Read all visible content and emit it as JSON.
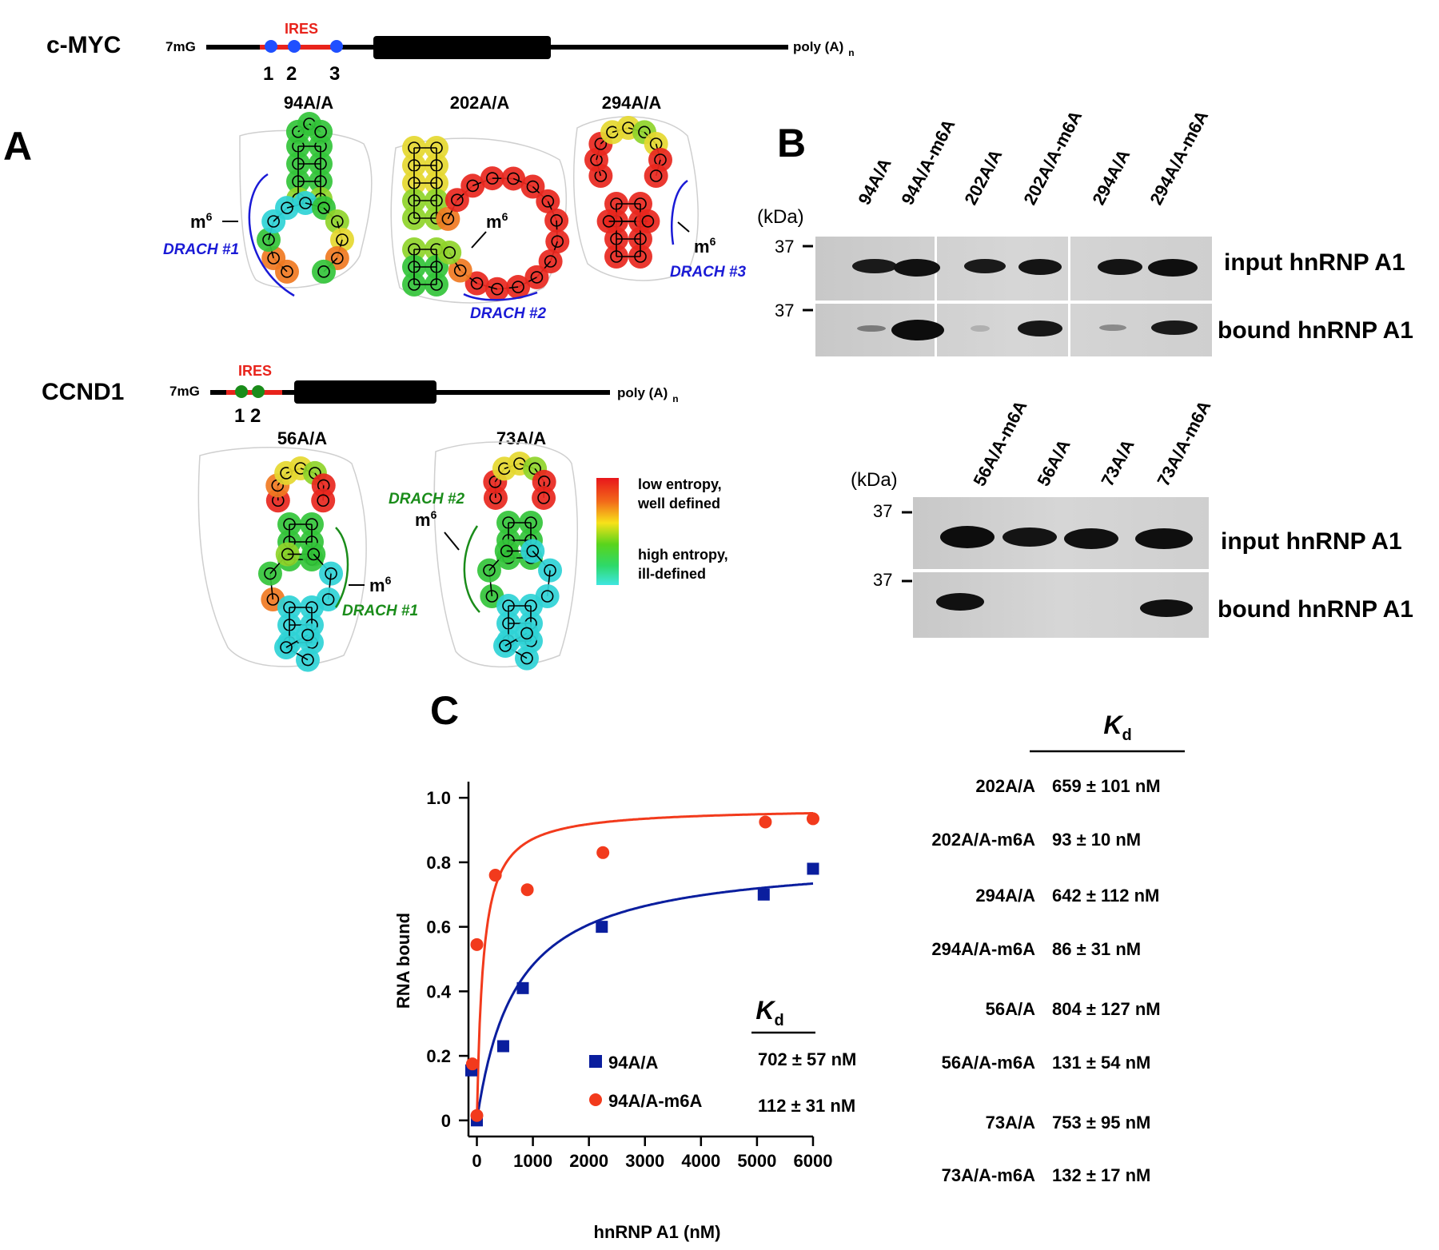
{
  "panels": {
    "a": "A",
    "b": "B",
    "c": "C"
  },
  "myc": {
    "gene": "c-MYC",
    "cap": "7mG",
    "ires": "IRES",
    "polya": "poly (A)",
    "polya_sub": "n",
    "site_numbers": [
      "1",
      "2",
      "3"
    ],
    "structures": [
      {
        "name": "94A/A",
        "m6": "m",
        "m6_sup": "6",
        "drach": "DRACH  #1"
      },
      {
        "name": "202A/A",
        "m6": "m",
        "m6_sup": "6",
        "drach": "DRACH  #2"
      },
      {
        "name": "294A/A",
        "m6": "m",
        "m6_sup": "6",
        "drach": "DRACH  #3"
      }
    ],
    "colors": {
      "site": "#1f4fff",
      "ires": "#e8231b",
      "drach": "#1a1ad6"
    }
  },
  "ccnd1": {
    "gene": "CCND1",
    "cap": "7mG",
    "ires": "IRES",
    "polya": "poly (A)",
    "polya_sub": "n",
    "site_numbers": "1 2",
    "structures": [
      {
        "name": "56A/A",
        "m6": "m",
        "m6_sup": "6",
        "drach": "DRACH  #1"
      },
      {
        "name": "73A/A",
        "m6": "m",
        "m6_sup": "6",
        "drach": "DRACH  #2"
      }
    ],
    "colors": {
      "site": "#1a8c1a",
      "drach": "#1a8c1a"
    }
  },
  "legend": {
    "low": [
      "low entropy,",
      "well defined"
    ],
    "high": [
      "high entropy,",
      "ill-defined"
    ]
  },
  "blot1": {
    "kda": "(kDa)",
    "marker": "37",
    "lanes": [
      "94A/A",
      "94A/A-m6A",
      "202A/A",
      "202A/A-m6A",
      "294A/A",
      "294A/A-m6A"
    ],
    "rows": [
      "input hnRNP A1",
      "bound hnRNP A1"
    ]
  },
  "blot2": {
    "kda": "(kDa)",
    "marker": "37",
    "lanes": [
      "56A/A-m6A",
      "56A/A",
      "73A/A",
      "73A/A-m6A"
    ],
    "rows": [
      "input hnRNP A1",
      "bound hnRNP A1"
    ]
  },
  "kd_table": {
    "header": "K",
    "header_sub": "d",
    "rows": [
      {
        "name": "202A/A",
        "value": "659 ± 101 nM"
      },
      {
        "name": "202A/A-m6A",
        "value": "93 ± 10 nM"
      },
      {
        "name": "294A/A",
        "value": "642 ± 112 nM"
      },
      {
        "name": "294A/A-m6A",
        "value": "86 ± 31 nM"
      },
      {
        "name": "56A/A",
        "value": "804 ± 127 nM"
      },
      {
        "name": "56A/A-m6A",
        "value": "131 ± 54 nM"
      },
      {
        "name": "73A/A",
        "value": "753 ± 95 nM"
      },
      {
        "name": "73A/A-m6A",
        "value": "132 ± 17 nM"
      }
    ]
  },
  "chart_data": {
    "type": "scatter",
    "xlabel": "hnRNP A1 (nM)",
    "ylabel": "RNA bound",
    "xlim": [
      -150,
      6300
    ],
    "ylim": [
      -0.05,
      1.05
    ],
    "xticks": [
      0,
      1000,
      2000,
      3000,
      4000,
      5000,
      6000
    ],
    "yticks": [
      0,
      0.2,
      0.4,
      0.6,
      0.8,
      1.0
    ],
    "ytick_labels": [
      "0",
      "0.2",
      "0.4",
      "0.6",
      "0.8",
      "1.0"
    ],
    "legend_kd_header": "K",
    "legend_kd_sub": "d",
    "series": [
      {
        "name": "94A/A",
        "marker": "square",
        "color": "#0a1e9e",
        "kd": "702 ± 57 nM",
        "fit": {
          "bmax": 0.82,
          "kd": 702
        },
        "points": [
          [
            -100,
            0.155
          ],
          [
            0,
            0.0
          ],
          [
            470,
            0.23
          ],
          [
            820,
            0.41
          ],
          [
            2230,
            0.6
          ],
          [
            5120,
            0.7
          ],
          [
            6000,
            0.78
          ]
        ]
      },
      {
        "name": "94A/A-m6A",
        "marker": "circle",
        "color": "#f23a1c",
        "kd": "112 ± 31 nM",
        "fit": {
          "bmax": 0.97,
          "kd": 112
        },
        "points": [
          [
            -80,
            0.175
          ],
          [
            0,
            0.015
          ],
          [
            0,
            0.545
          ],
          [
            330,
            0.76
          ],
          [
            900,
            0.715
          ],
          [
            2250,
            0.83
          ],
          [
            5150,
            0.925
          ],
          [
            6000,
            0.935
          ]
        ]
      }
    ]
  }
}
